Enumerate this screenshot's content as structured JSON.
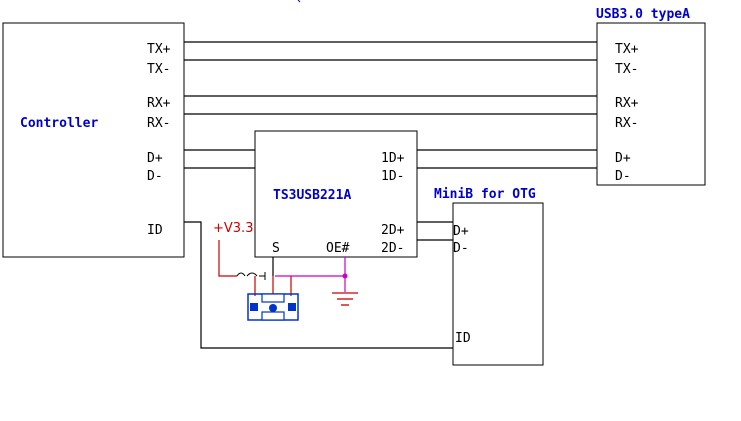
{
  "blocks": {
    "controller": {
      "label": "Controller",
      "pins": [
        "TX+",
        "TX-",
        "RX+",
        "RX-",
        "D+",
        "D-",
        "ID"
      ]
    },
    "usb3": {
      "label": "USB3.0 typeA",
      "pins": [
        "TX+",
        "TX-",
        "RX+",
        "RX-",
        "D+",
        "D-"
      ]
    },
    "switch": {
      "label": "TS3USB221A",
      "pins": [
        "1D+",
        "1D-",
        "2D+",
        "2D-",
        "S",
        "OE#"
      ]
    },
    "minib": {
      "label": "MiniB for OTG",
      "pins": [
        "D+",
        "D-",
        "ID"
      ]
    }
  },
  "power": {
    "label": "+V3.3"
  },
  "colors": {
    "wire": "#000000",
    "block_label": "#0000cc",
    "power": "#cc0000",
    "node": "#cc00cc",
    "jumper": "#0033cc"
  }
}
